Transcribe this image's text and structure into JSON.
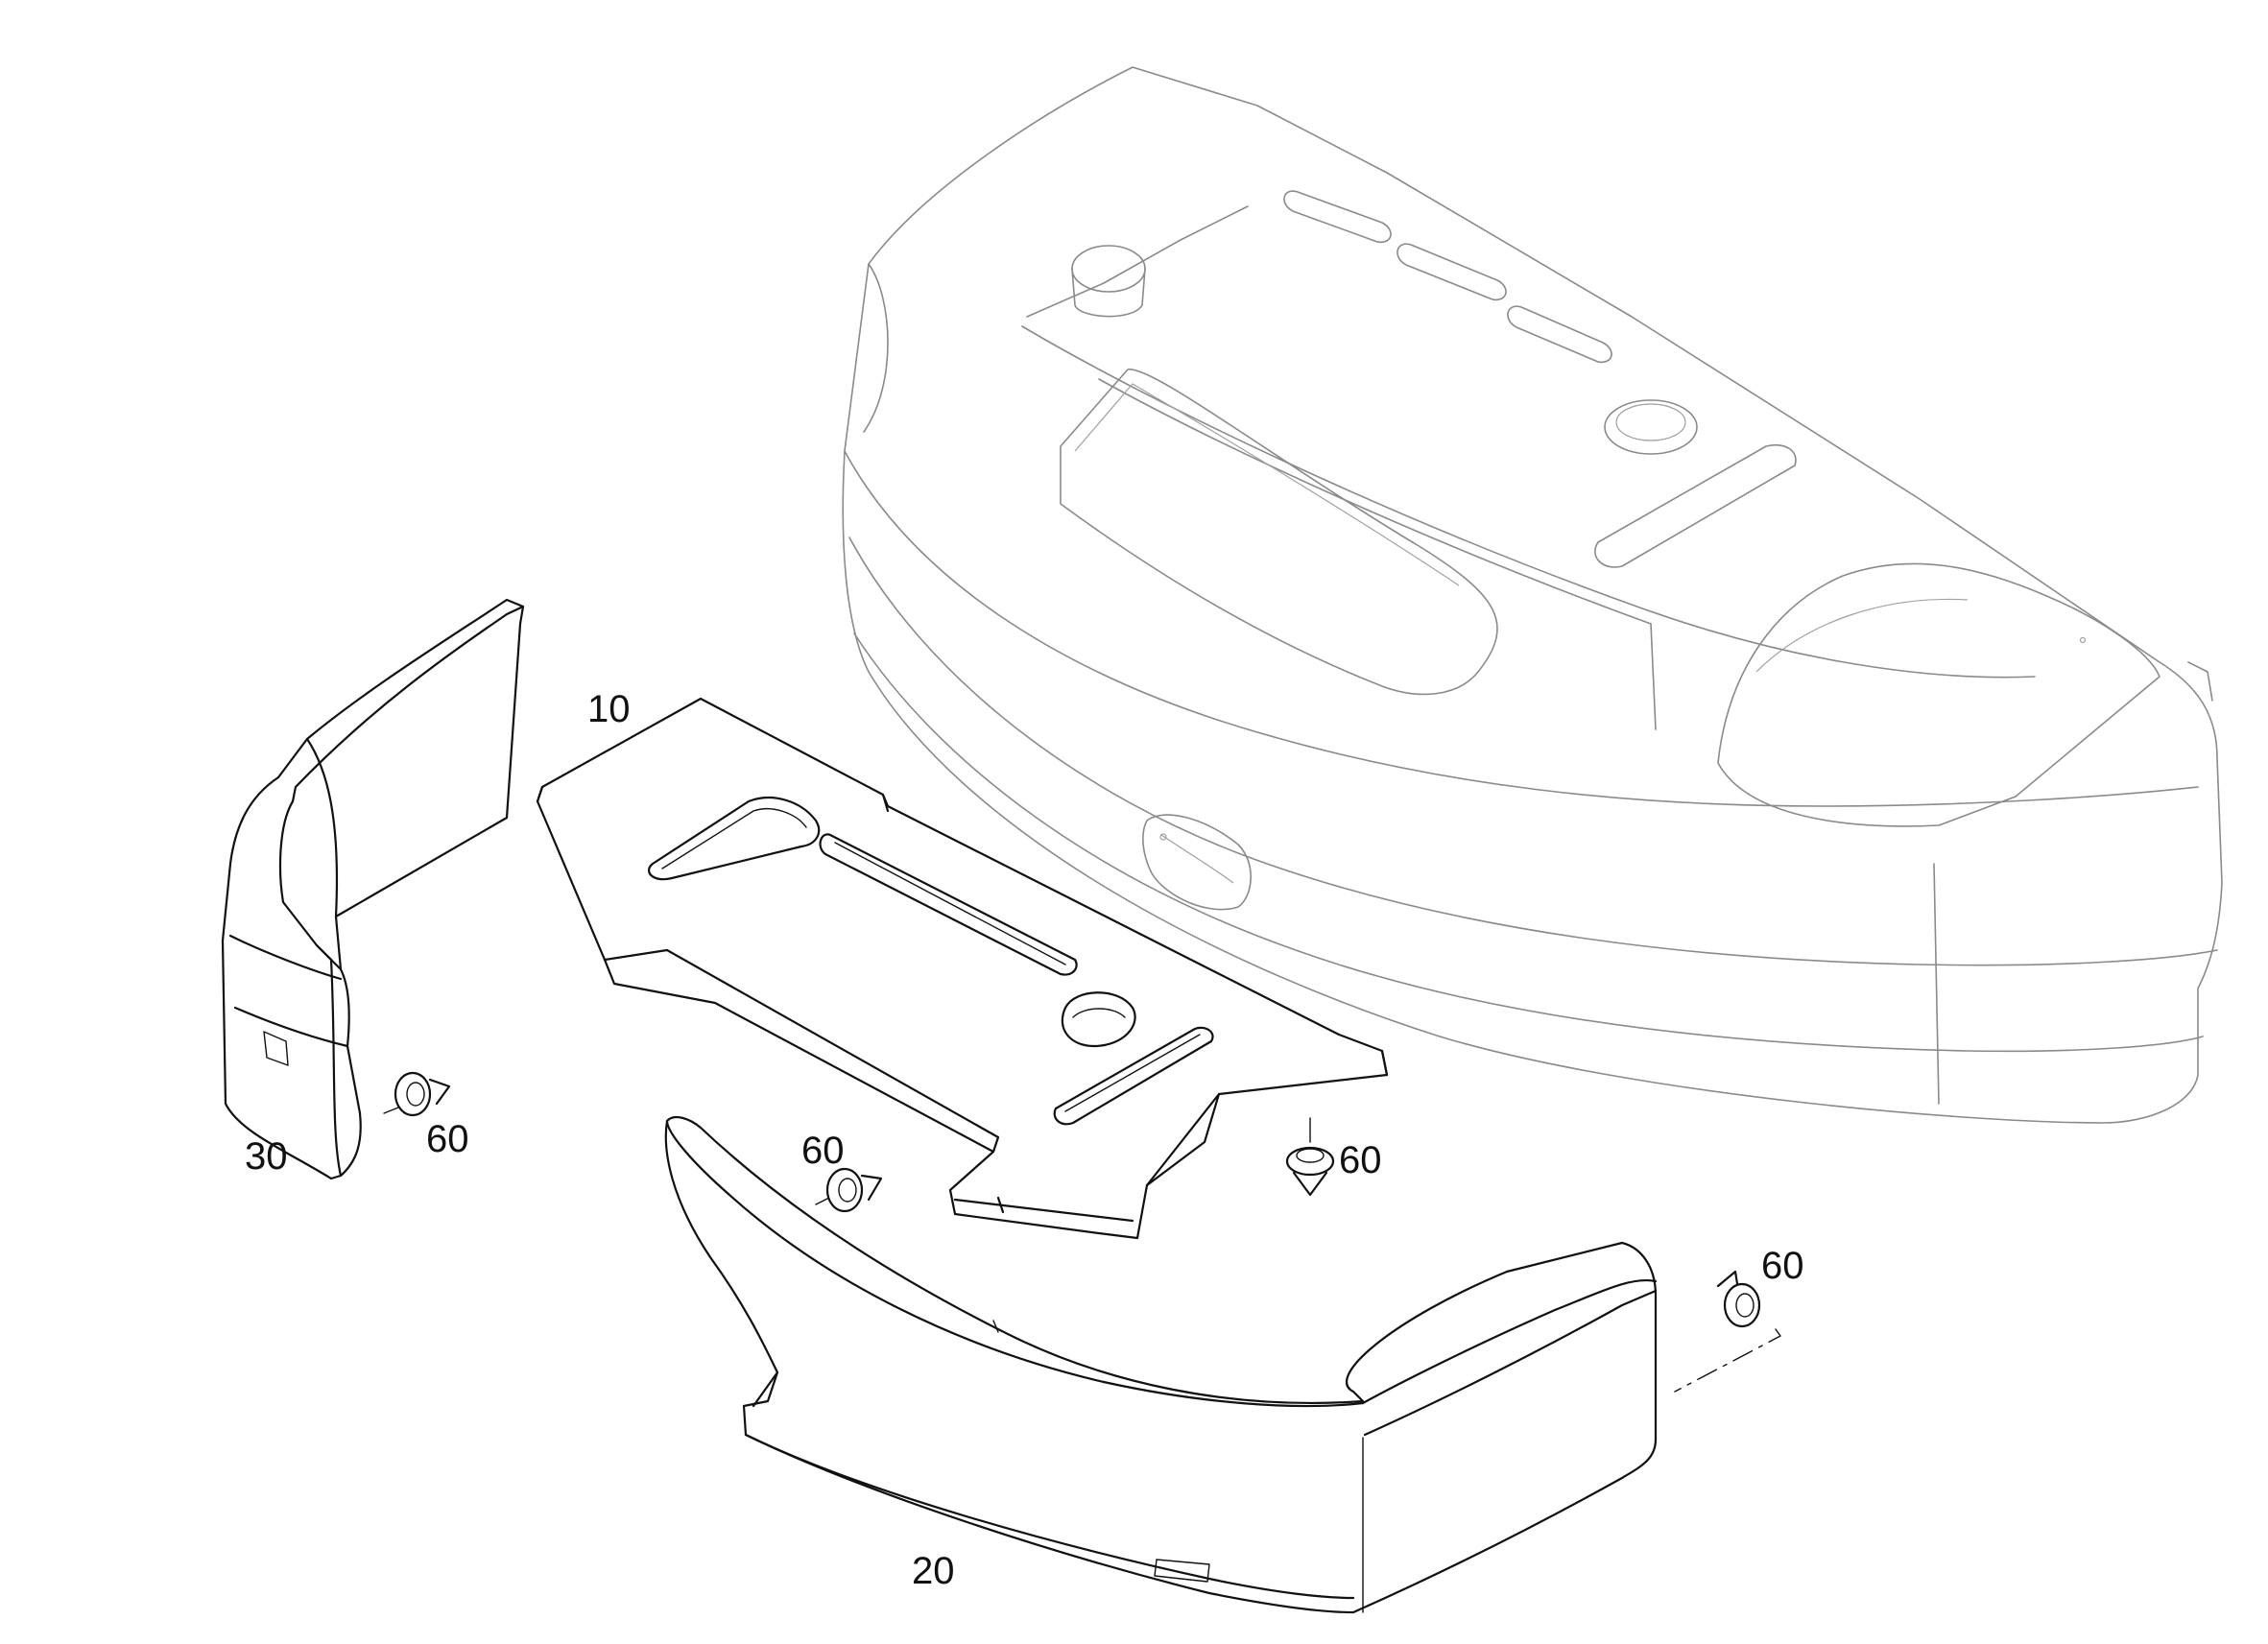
{
  "diagram": {
    "colors": {
      "part": "#111111",
      "ghost_part": "#8a8a8a",
      "background": "#ffffff"
    },
    "callouts": {
      "p10": "10",
      "p20": "20",
      "p30": "30",
      "p60_a": "60",
      "p60_b": "60",
      "p60_c": "60",
      "p60_d": "60"
    }
  }
}
